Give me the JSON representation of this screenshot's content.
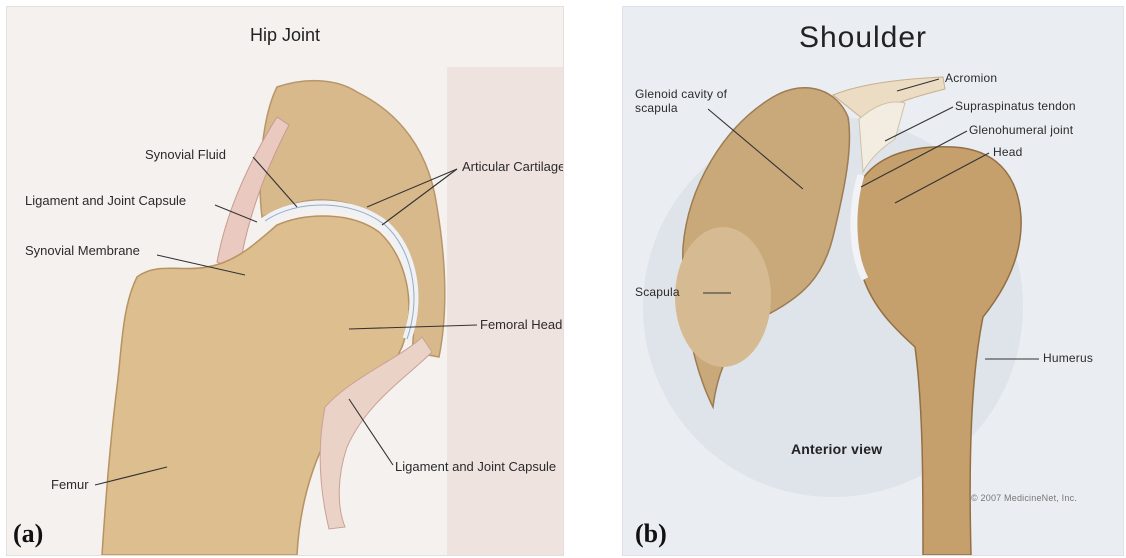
{
  "panel_a": {
    "title": "Hip Joint",
    "letter": "(a)",
    "labels": {
      "synovial_fluid": "Synovial Fluid",
      "ligament_capsule_left": "Ligament and Joint Capsule",
      "synovial_membrane": "Synovial Membrane",
      "articular_cartilage": "Articular Cartilage",
      "femoral_head": "Femoral Head",
      "femur": "Femur",
      "ligament_capsule_right": "Ligament and Joint Capsule"
    }
  },
  "panel_b": {
    "title": "Shoulder",
    "letter": "(b)",
    "labels": {
      "glenoid_line1": "Glenoid cavity of",
      "glenoid_line2": "scapula",
      "acromion": "Acromion",
      "supraspinatus": "Supraspinatus tendon",
      "glenohumeral": "Glenohumeral joint",
      "head": "Head",
      "scapula": "Scapula",
      "humerus": "Humerus",
      "view": "Anterior view",
      "copyright": "© 2007 MedicineNet, Inc."
    }
  },
  "colors": {
    "bone": "#d9b98a",
    "bone_dark": "#b89262",
    "cartilage": "#e8ecf2",
    "background_a": "#f4f1ef",
    "background_b": "#eaedf2"
  }
}
